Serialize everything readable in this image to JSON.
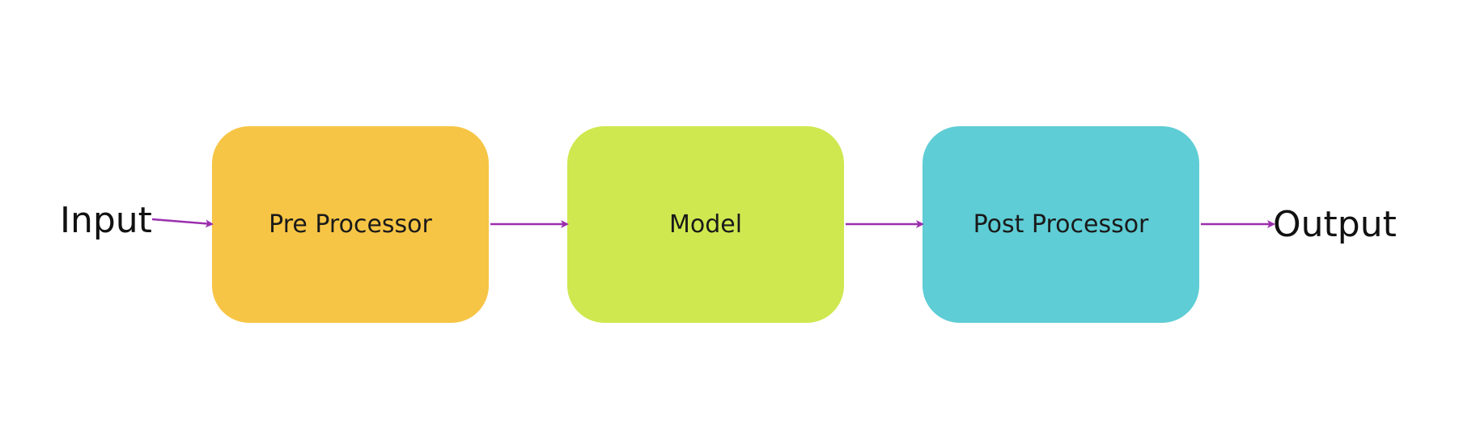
{
  "diagram": {
    "input_label": "Input",
    "output_label": "Output",
    "stages": [
      {
        "label": "Pre Processor",
        "color": "#F7C545"
      },
      {
        "label": "Model",
        "color": "#CFE84F"
      },
      {
        "label": "Post Processor",
        "color": "#5ECDD5"
      }
    ],
    "arrow_color": "#9B2FAE"
  }
}
